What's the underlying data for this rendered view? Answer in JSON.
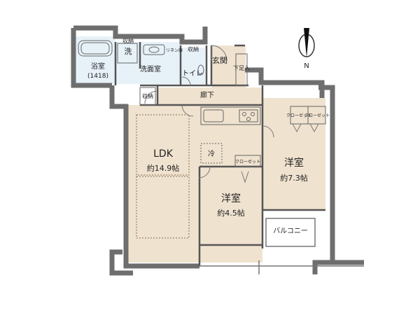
{
  "rooms": {
    "bath": {
      "label": "浴室",
      "size": "(1418)"
    },
    "storage_bath": "収納",
    "laundry": "洗",
    "washroom": "洗面室",
    "linen": "リネン庫",
    "storage_hall_top": "収納",
    "toilet": "トイレ",
    "entrance": "玄関",
    "shoe_storage": "下足入",
    "corridor": "廊下",
    "storage_left": "収納",
    "ldk": {
      "label": "LDK",
      "size": "約14.9帖"
    },
    "fridge": "冷",
    "closet_mid": "クローゼット",
    "closet_right_1": "クローゼット",
    "closet_right_2": "クローゼット",
    "western_large": {
      "label": "洋室",
      "size": "約7.3帖"
    },
    "western_small": {
      "label": "洋室",
      "size": "約4.5帖"
    },
    "balcony": "バルコニー"
  },
  "compass": {
    "label": "N"
  },
  "colors": {
    "floor_wood": "#efe2cf",
    "floor_wet": "#e7f1f8",
    "wall": "#6e6e6e",
    "line": "#555555"
  }
}
